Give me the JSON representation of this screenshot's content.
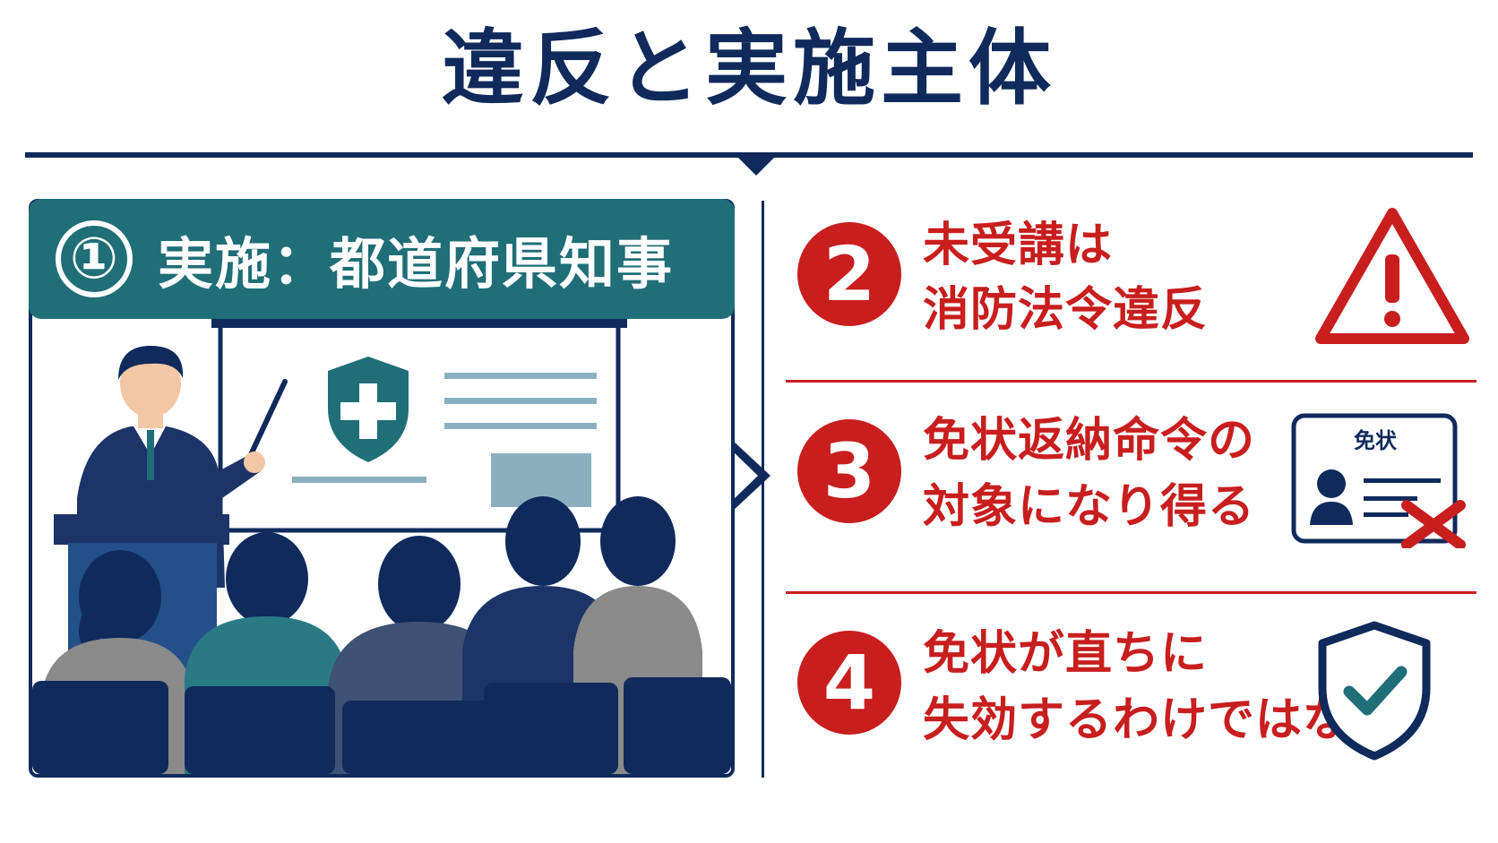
{
  "title": "違反と実施主体",
  "panel1": {
    "number": "①",
    "label": "実施：都道府県知事"
  },
  "items": [
    {
      "number": "2",
      "line1": "未受講は",
      "line2": "消防法令違反",
      "icon": "warning-triangle-icon"
    },
    {
      "number": "3",
      "line1": "免状返納命令の",
      "line2": "対象になり得る",
      "icon": "license-card-cross-icon",
      "card_label": "免状"
    },
    {
      "number": "4",
      "line1": "免状が直ちに",
      "line2": "失効するわけではない",
      "icon": "shield-check-icon"
    }
  ],
  "colors": {
    "navy": "#102a5c",
    "teal": "#1f6e78",
    "red": "#c81e1e"
  }
}
